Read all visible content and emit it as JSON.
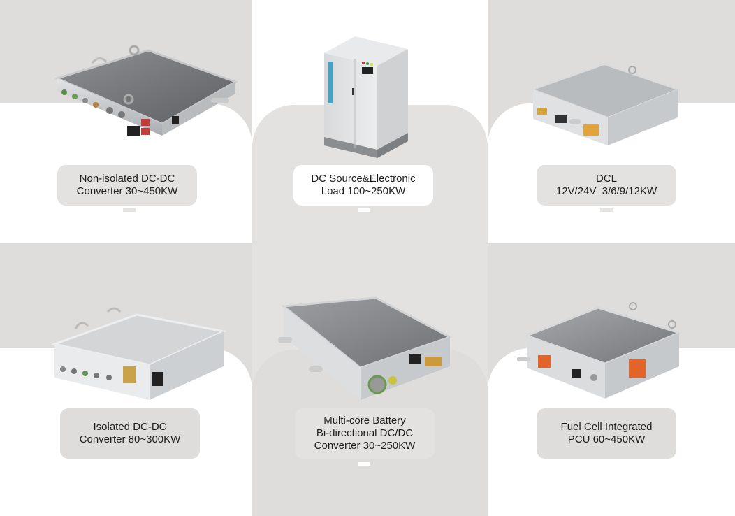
{
  "cards": [
    {
      "id": "non-isolated-dcdc",
      "lines": [
        "Non-isolated DC-DC",
        "Converter 30~450KW"
      ]
    },
    {
      "id": "dc-source-load",
      "lines": [
        "DC Source&Electronic",
        "Load 100~250KW"
      ]
    },
    {
      "id": "dcl",
      "lines": [
        "DCL",
        "12V/24V  3/6/9/12KW"
      ]
    },
    {
      "id": "isolated-dcdc",
      "lines": [
        "Isolated DC-DC",
        "Converter 80~300KW"
      ]
    },
    {
      "id": "multi-core-battery",
      "lines": [
        "Multi-core Battery",
        "Bi-directional DC/DC",
        "Converter 30~250KW"
      ]
    },
    {
      "id": "fuel-cell-pcu",
      "lines": [
        "Fuel Cell Integrated",
        "PCU 60~450KW"
      ]
    }
  ],
  "colors": {
    "grey_bg": "#dedddb",
    "white_bg": "#ffffff",
    "label_grey": "#e3e2e0",
    "text": "#1d1d1d"
  }
}
